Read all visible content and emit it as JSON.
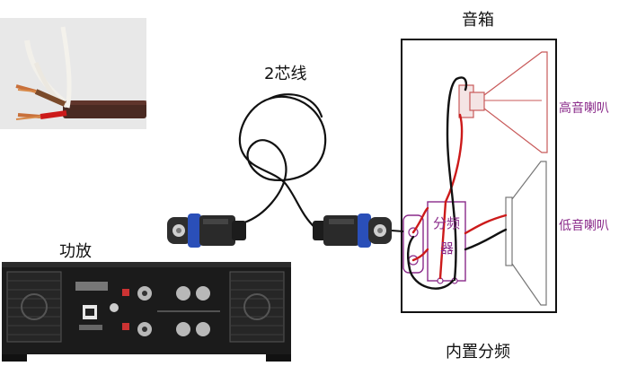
{
  "labels": {
    "speaker": "音箱",
    "cable": "2芯线",
    "amplifier": "功放",
    "tweeter": "高音喇叭",
    "woofer": "低音喇叭",
    "crossover_line1": "分频",
    "crossover_line2": "器",
    "internal_crossover": "内置分频"
  },
  "colors": {
    "wire_red": "#cc1a1a",
    "wire_black": "#111111",
    "label_purple": "#8a2a8a",
    "connector_blue": "#2a4fb8",
    "cable_brown": "#4a2a22",
    "copper": "#c8703a"
  }
}
